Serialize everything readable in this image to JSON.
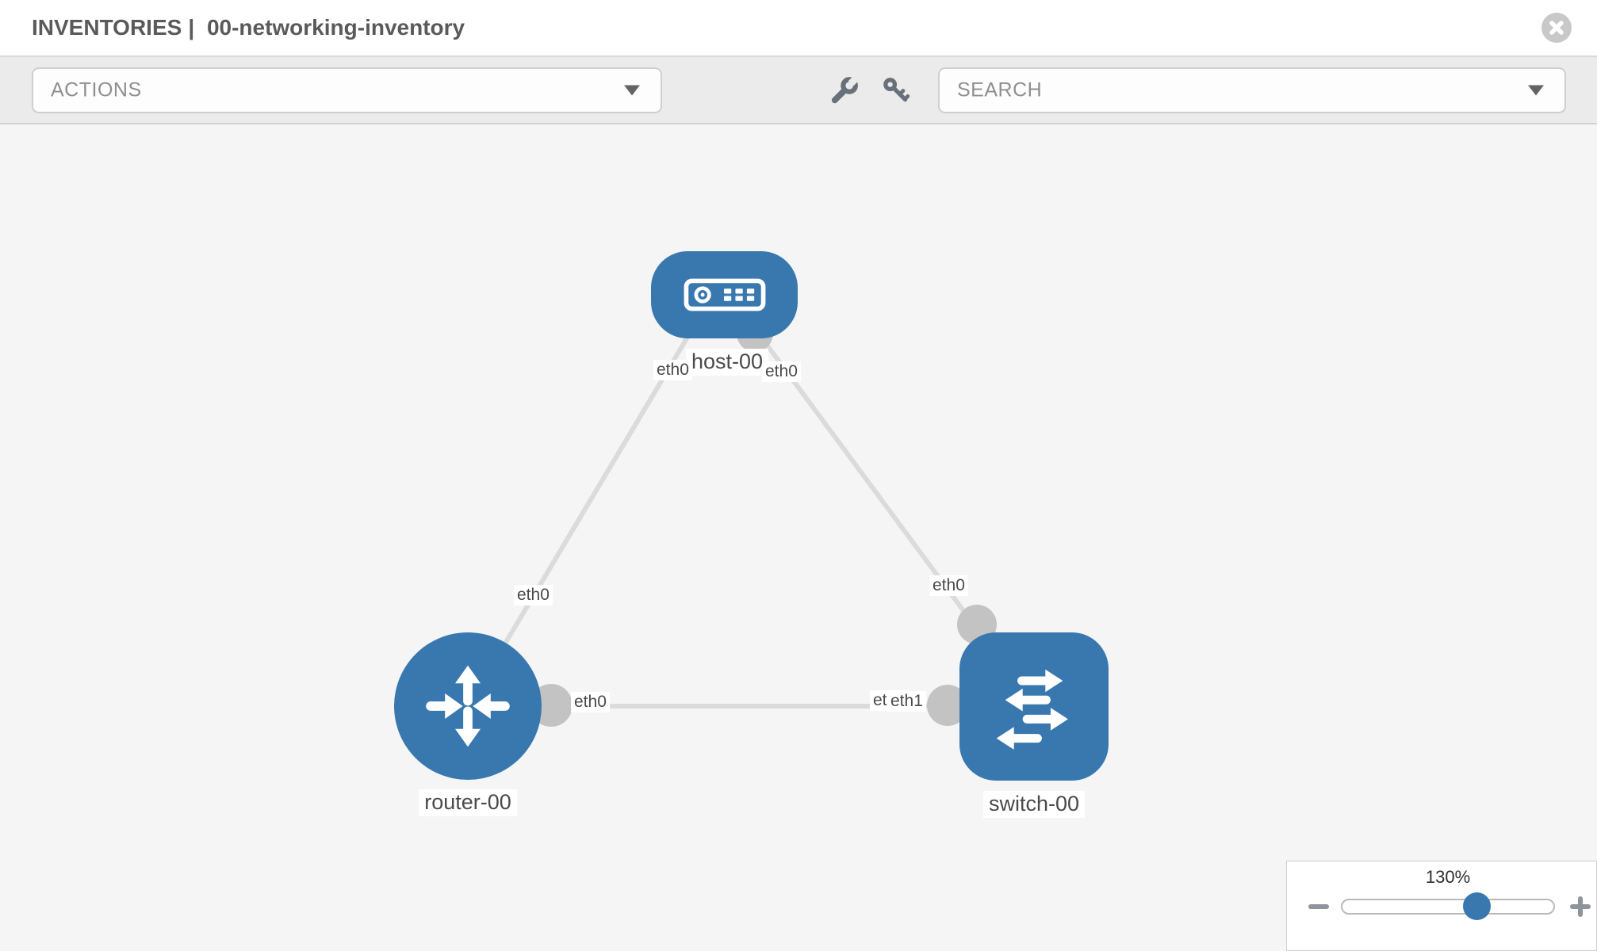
{
  "header": {
    "section_title": "INVENTORIES",
    "separator": "|",
    "inventory_name": "00-networking-inventory"
  },
  "toolbar": {
    "actions_dropdown": {
      "label": "ACTIONS"
    },
    "tools": [
      {
        "icon": "wrench-icon"
      },
      {
        "icon": "key-icon"
      }
    ],
    "search_dropdown": {
      "placeholder": "SEARCH"
    }
  },
  "topology": {
    "nodes": [
      {
        "label": "host-00",
        "type": "host",
        "shape": "rounded-rect",
        "icon": "host-server-icon"
      },
      {
        "label": "router-00",
        "type": "router",
        "shape": "circle",
        "icon": "router-arrows-icon"
      },
      {
        "label": "switch-00",
        "type": "switch",
        "shape": "rounded-square",
        "icon": "switch-arrows-icon"
      }
    ],
    "links": [
      {
        "from": "host-00",
        "to": "router-00",
        "from_interface": "eth0",
        "to_interface": "eth0"
      },
      {
        "from": "host-00",
        "to": "switch-00",
        "from_interface": "eth0",
        "to_interface": "eth0"
      },
      {
        "from": "router-00",
        "to": "switch-00",
        "from_interface": "eth0",
        "to_interface": "eth1"
      }
    ],
    "interface_labels": {
      "host_to_router_at_host": "eth0",
      "host_to_router_at_router": "eth0",
      "host_to_switch_at_host": "eth0",
      "host_to_switch_at_switch": "eth0",
      "router_to_switch_at_router": "eth0",
      "router_to_switch_at_switch_back": "eth0",
      "router_to_switch_at_switch_front": "eth1"
    }
  },
  "zoom_control": {
    "level": "130%"
  },
  "colors": {
    "node_blue": "#3878af",
    "link_gray": "#dbdbdb",
    "interface_point_gray": "#c3c3c3",
    "canvas_bg": "#f5f5f5",
    "toolbar_bg": "#ebebeb",
    "title_gray": "#5a5a5a"
  }
}
